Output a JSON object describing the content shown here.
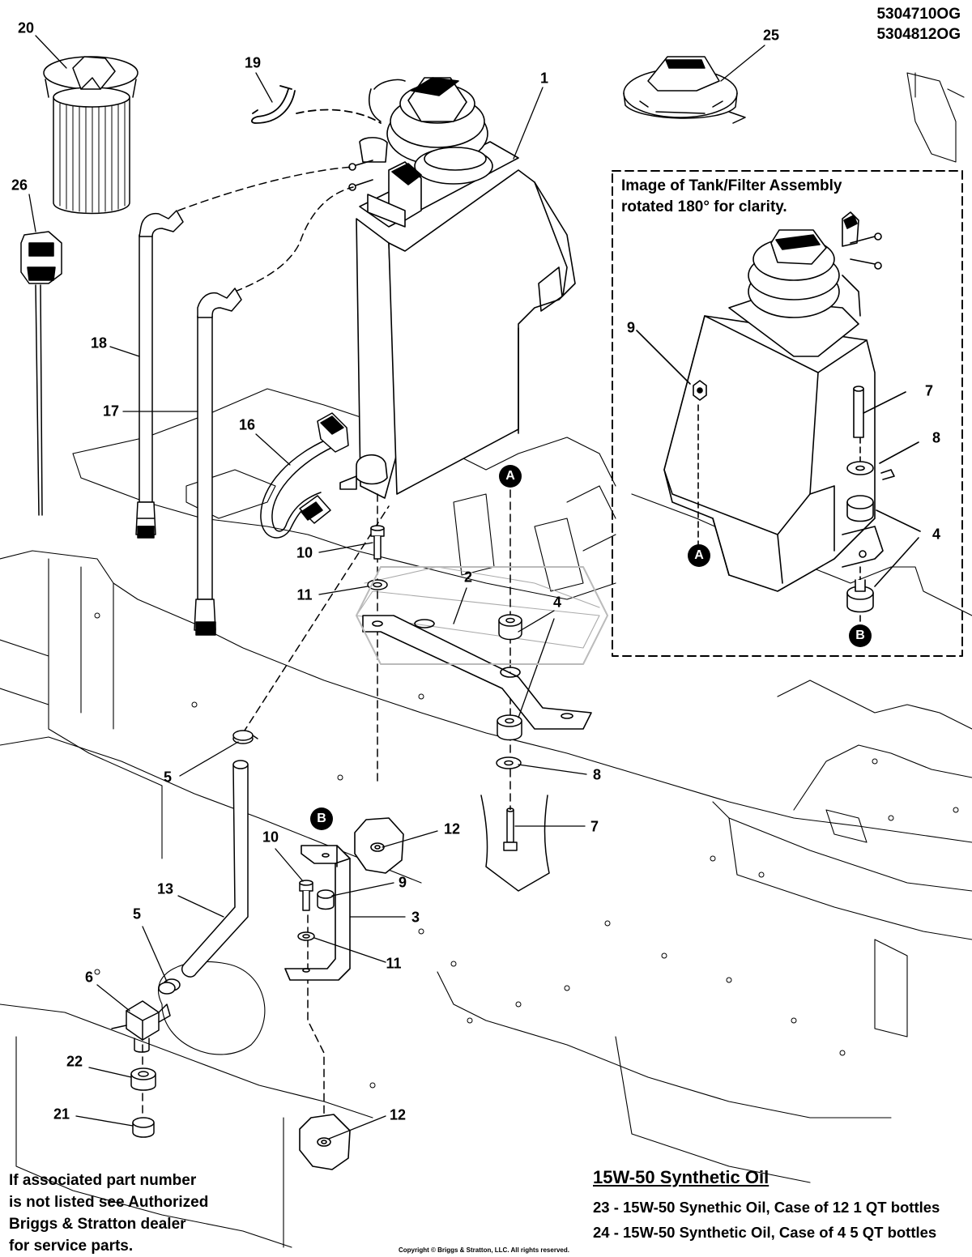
{
  "part_numbers": [
    "5304710OG",
    "5304812OG"
  ],
  "callouts": [
    {
      "id": "c20",
      "label": "20"
    },
    {
      "id": "c19",
      "label": "19"
    },
    {
      "id": "c1",
      "label": "1"
    },
    {
      "id": "c25",
      "label": "25"
    },
    {
      "id": "c26",
      "label": "26"
    },
    {
      "id": "c18",
      "label": "18"
    },
    {
      "id": "c17",
      "label": "17"
    },
    {
      "id": "c16",
      "label": "16"
    },
    {
      "id": "c10a",
      "label": "10"
    },
    {
      "id": "c11a",
      "label": "11"
    },
    {
      "id": "c2",
      "label": "2"
    },
    {
      "id": "c4a",
      "label": "4"
    },
    {
      "id": "c8a",
      "label": "8"
    },
    {
      "id": "c7a",
      "label": "7"
    },
    {
      "id": "c5a",
      "label": "5"
    },
    {
      "id": "c12a",
      "label": "12"
    },
    {
      "id": "c10b",
      "label": "10"
    },
    {
      "id": "c9a",
      "label": "9"
    },
    {
      "id": "c3",
      "label": "3"
    },
    {
      "id": "c11b",
      "label": "11"
    },
    {
      "id": "c13",
      "label": "13"
    },
    {
      "id": "c5b",
      "label": "5"
    },
    {
      "id": "c6",
      "label": "6"
    },
    {
      "id": "c22",
      "label": "22"
    },
    {
      "id": "c21",
      "label": "21"
    },
    {
      "id": "c12b",
      "label": "12"
    },
    {
      "id": "c9b",
      "label": "9"
    },
    {
      "id": "c7b",
      "label": "7"
    },
    {
      "id": "c8b",
      "label": "8"
    },
    {
      "id": "c4b",
      "label": "4"
    },
    {
      "id": "c4c",
      "label": "4"
    }
  ],
  "badges": {
    "a_main": "A",
    "b_main": "B",
    "a_inset": "A",
    "b_inset": "B"
  },
  "inset": {
    "caption_line1": "Image of Tank/Filter Assembly",
    "caption_line2": "rotated 180° for clarity."
  },
  "oil": {
    "title": "15W-50 Synthetic Oil",
    "items": [
      "23 - 15W-50 Synethic Oil, Case of 12 1 QT bottles",
      "24 - 15W-50 Synthetic Oil, Case of 4 5 QT bottles"
    ]
  },
  "dealer_note": {
    "line1": "If associated part number",
    "line2": "is not listed see Authorized",
    "line3": "Briggs & Stratton dealer",
    "line4": "for service parts."
  },
  "copyright": "Copyright © Briggs & Stratton, LLC. All rights reserved."
}
